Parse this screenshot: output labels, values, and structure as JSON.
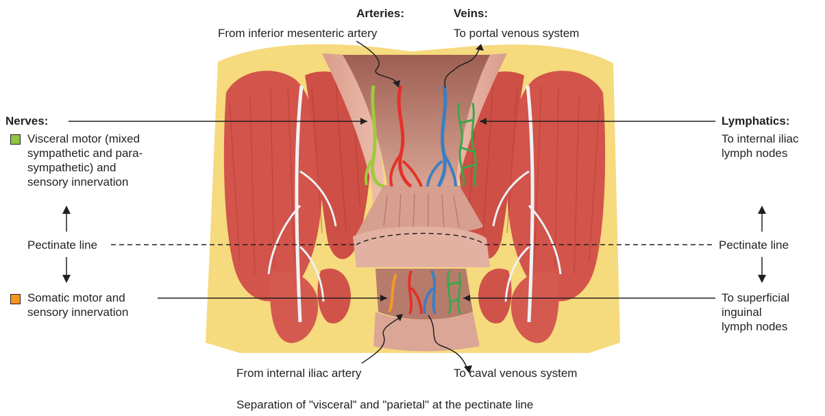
{
  "arteries": {
    "title": "Arteries:",
    "text": "From inferior mesenteric artery"
  },
  "veins": {
    "title": "Veins:",
    "text": "To portal venous system"
  },
  "nerves": {
    "title": "Nerves:"
  },
  "visceral": {
    "text": "Visceral motor (mixed\nsympathetic and para-\nsympathetic) and\nsensory innervation",
    "swatch_color": "#8dc63f"
  },
  "pectinate_left": "Pectinate line",
  "pectinate_right": "Pectinate line",
  "somatic": {
    "text": "Somatic motor and\nsensory innervation",
    "swatch_color": "#f7941d"
  },
  "lymphatics": {
    "title": "Lymphatics:",
    "text": "To internal iliac\nlymph nodes"
  },
  "superficial": {
    "text": "To superficial\ninguinal\nlymph nodes"
  },
  "internal_iliac": "From internal iliac artery",
  "caval": "To caval venous system",
  "caption": "Separation of \"visceral\" and \"parietal\" at the pectinate line",
  "colors": {
    "artery": "#e4312a",
    "vein": "#3a7fc4",
    "lymph": "#3aa84a",
    "nerve_visceral": "#9fcb3b",
    "nerve_somatic": "#f39a22",
    "muscle": "#d9554c",
    "fat": "#f7dc7a",
    "mucosa": "#c98b7a"
  }
}
